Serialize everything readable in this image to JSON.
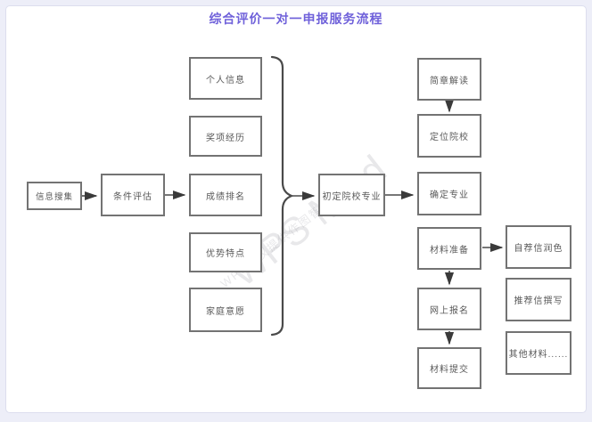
{
  "page": {
    "title": "综合评价一对一申报服务流程"
  },
  "watermark": {
    "main": "WPS Mind",
    "sub": "WPS汉仪提供作图智能"
  },
  "colors": {
    "title": "#6f61da",
    "node_border": "#737373",
    "node_text": "#595959",
    "connector": "#4a4a4a",
    "canvas_bg": "#ffffff",
    "page_bg": "#edeef8",
    "watermark": "#e2e2e6"
  },
  "diagram": {
    "nodes": [
      {
        "id": "info-collect",
        "label": "信息搜集"
      },
      {
        "id": "condition-eval",
        "label": "条件评估"
      },
      {
        "id": "personal-info",
        "label": "个人信息"
      },
      {
        "id": "award-exp",
        "label": "奖项经历"
      },
      {
        "id": "grade-rank",
        "label": "成绩排名"
      },
      {
        "id": "strengths",
        "label": "优势特点"
      },
      {
        "id": "family-will",
        "label": "家庭意愿"
      },
      {
        "id": "initial-school-major",
        "label": "初定院校专业"
      },
      {
        "id": "brochure-read",
        "label": "简章解读"
      },
      {
        "id": "target-school",
        "label": "定位院校"
      },
      {
        "id": "confirm-major",
        "label": "确定专业"
      },
      {
        "id": "material-prep",
        "label": "材料准备"
      },
      {
        "id": "online-apply",
        "label": "网上报名"
      },
      {
        "id": "material-submit",
        "label": "材料提交"
      },
      {
        "id": "self-letter-polish",
        "label": "自荐信润色"
      },
      {
        "id": "rec-letter-write",
        "label": "推荐信撰写"
      },
      {
        "id": "other-materials",
        "label": "其他材料......"
      }
    ],
    "edges": [
      {
        "from": "info-collect",
        "to": "condition-eval"
      },
      {
        "from": "condition-eval",
        "to": "grade-rank"
      },
      {
        "from": "personal-info|award-exp|grade-rank|strengths|family-will",
        "to": "initial-school-major",
        "via": "curly-brace"
      },
      {
        "from": "initial-school-major",
        "to": "confirm-major"
      },
      {
        "from": "brochure-read",
        "to": "target-school"
      },
      {
        "from": "material-prep",
        "to": "online-apply"
      },
      {
        "from": "online-apply",
        "to": "material-submit"
      },
      {
        "from": "material-prep",
        "to": "self-letter-polish"
      }
    ]
  }
}
